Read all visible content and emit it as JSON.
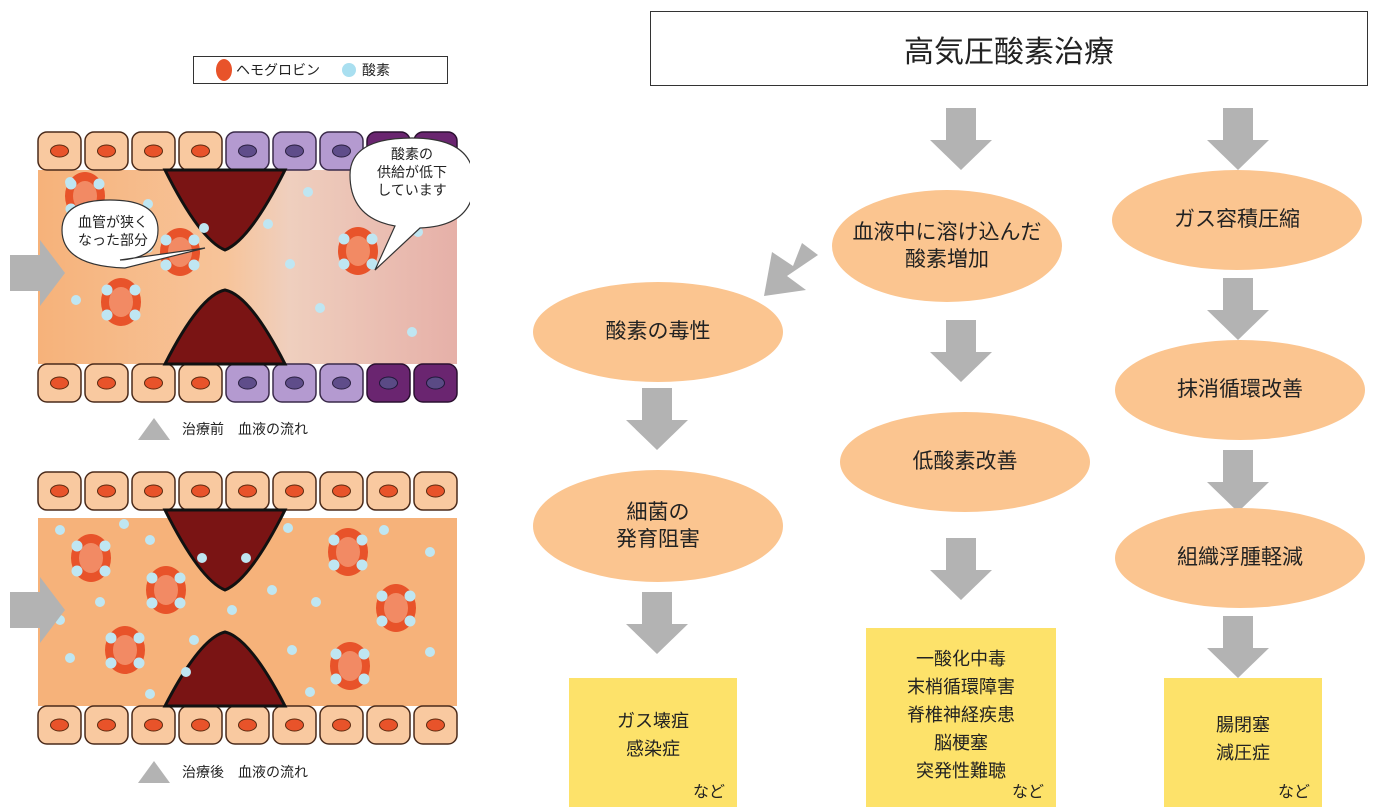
{
  "legend": {
    "hemoglobin": "ヘモグロビン",
    "oxygen": "酸素"
  },
  "title": "高気圧酸素治療",
  "before": {
    "caption": "治療前　血液の流れ",
    "bubble_left": "血管が狭く\nなった部分",
    "bubble_right": "酸素の\n供給が低下\nしています"
  },
  "after": {
    "caption": "治療後　血液の流れ"
  },
  "nodes": {
    "dissolved_oxygen": "血液中に溶け込んだ\n酸素増加",
    "gas_volume": "ガス容積圧縮",
    "oxygen_toxicity": "酸素の毒性",
    "hypoxia": "低酸素改善",
    "peripheral": "抹消循環改善",
    "bacteria": "細菌の\n発育阻害",
    "edema": "組織浮腫軽減"
  },
  "boxes": {
    "left": {
      "items": "ガス壊疽\n感染症",
      "etc": "など"
    },
    "middle": {
      "items": "一酸化中毒\n末梢循環障害\n脊椎神経疾患\n脳梗塞\n突発性難聴",
      "etc": "など"
    },
    "right": {
      "items": "腸閉塞\n減圧症",
      "etc": "など"
    }
  },
  "colors": {
    "ellipse": "#fbc590",
    "box": "#fde26a",
    "arrow": "#b3b3b3",
    "hemoglobin": "#e8532a",
    "oxygen": "#a9dff0",
    "vessel_wall": "#7a1414"
  }
}
